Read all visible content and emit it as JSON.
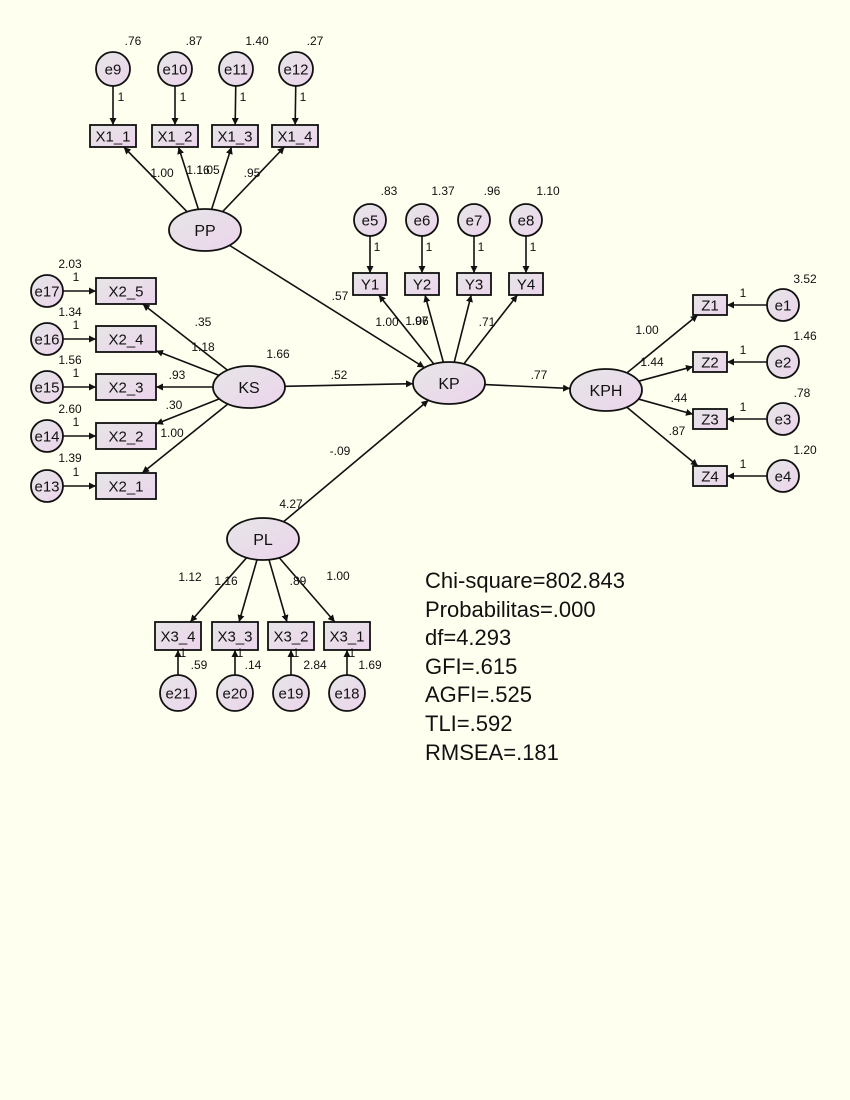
{
  "diagram": {
    "type": "structural-equation-model",
    "latent_variables": [
      {
        "id": "PP",
        "label": "PP"
      },
      {
        "id": "KS",
        "label": "KS",
        "variance": "1.66"
      },
      {
        "id": "PL",
        "label": "PL",
        "variance": "4.27"
      },
      {
        "id": "KP",
        "label": "KP"
      },
      {
        "id": "KPH",
        "label": "KPH"
      }
    ],
    "observed_variables": [
      {
        "id": "X1_1",
        "label": "X1_1",
        "latent": "PP",
        "loading": "1.00",
        "error": "e9",
        "error_variance": ".76"
      },
      {
        "id": "X1_2",
        "label": "X1_2",
        "latent": "PP",
        "loading": "1.16",
        "error": "e10",
        "error_variance": ".87"
      },
      {
        "id": "X1_3",
        "label": "X1_3",
        "latent": "PP",
        "loading": "1.05",
        "error": "e11",
        "error_variance": "1.40"
      },
      {
        "id": "X1_4",
        "label": "X1_4",
        "latent": "PP",
        "loading": ".95",
        "error": "e12",
        "error_variance": ".27"
      },
      {
        "id": "X2_5",
        "label": "X2_5",
        "latent": "KS",
        "loading": ".35",
        "error": "e17",
        "error_variance": "2.03"
      },
      {
        "id": "X2_4",
        "label": "X2_4",
        "latent": "KS",
        "loading": "1.18",
        "error": "e16",
        "error_variance": "1.34"
      },
      {
        "id": "X2_3",
        "label": "X2_3",
        "latent": "KS",
        "loading": ".93",
        "error": "e15",
        "error_variance": "1.56"
      },
      {
        "id": "X2_2",
        "label": "X2_2",
        "latent": "KS",
        "loading": ".30",
        "error": "e14",
        "error_variance": "2.60"
      },
      {
        "id": "X2_1",
        "label": "X2_1",
        "latent": "KS",
        "loading": "1.00",
        "error": "e13",
        "error_variance": "1.39"
      },
      {
        "id": "Y1",
        "label": "Y1",
        "latent": "KP",
        "loading": "1.00",
        "error": "e5",
        "error_variance": ".83"
      },
      {
        "id": "Y2",
        "label": "Y2",
        "latent": "KP",
        "loading": "1.06",
        "error": "e6",
        "error_variance": "1.37"
      },
      {
        "id": "Y3",
        "label": "Y3",
        "latent": "KP",
        "loading": ".97",
        "error": "e7",
        "error_variance": ".96"
      },
      {
        "id": "Y4",
        "label": "Y4",
        "latent": "KP",
        "loading": ".71",
        "error": "e8",
        "error_variance": "1.10"
      },
      {
        "id": "Z1",
        "label": "Z1",
        "latent": "KPH",
        "loading": "1.00",
        "error": "e1",
        "error_variance": "3.52"
      },
      {
        "id": "Z2",
        "label": "Z2",
        "latent": "KPH",
        "loading": "1.44",
        "error": "e2",
        "error_variance": "1.46"
      },
      {
        "id": "Z3",
        "label": "Z3",
        "latent": "KPH",
        "loading": ".44",
        "error": "e3",
        "error_variance": ".78"
      },
      {
        "id": "Z4",
        "label": "Z4",
        "latent": "KPH",
        "loading": ".87",
        "error": "e4",
        "error_variance": "1.20"
      },
      {
        "id": "X3_4",
        "label": "X3_4",
        "latent": "PL",
        "loading": "1.12",
        "error": "e21",
        "error_variance": ".59"
      },
      {
        "id": "X3_3",
        "label": "X3_3",
        "latent": "PL",
        "loading": "1.16",
        "error": "e20",
        "error_variance": ".14"
      },
      {
        "id": "X3_2",
        "label": "X3_2",
        "latent": "PL",
        "loading": ".89",
        "error": "e19",
        "error_variance": "2.84"
      },
      {
        "id": "X3_1",
        "label": "X3_1",
        "latent": "PL",
        "loading": "1.00",
        "error": "e18",
        "error_variance": "1.69"
      }
    ],
    "error_path_label": "1",
    "structural_paths": [
      {
        "from": "PP",
        "to": "KP",
        "estimate": ".57"
      },
      {
        "from": "KS",
        "to": "KP",
        "estimate": ".52"
      },
      {
        "from": "PL",
        "to": "KP",
        "estimate": "-.09"
      },
      {
        "from": "KP",
        "to": "KPH",
        "estimate": ".77"
      }
    ]
  },
  "fit_indices": [
    "Chi-square=802.843",
    "Probabilitas=.000",
    "df=4.293",
    "GFI=.615",
    "AGFI=.525",
    "TLI=.592",
    "RMSEA=.181"
  ],
  "colors": {
    "background": "#fffff0",
    "node_fill_start": "#e4e4e4",
    "node_fill_end": "#ecd6ec",
    "stroke": "#111111"
  }
}
